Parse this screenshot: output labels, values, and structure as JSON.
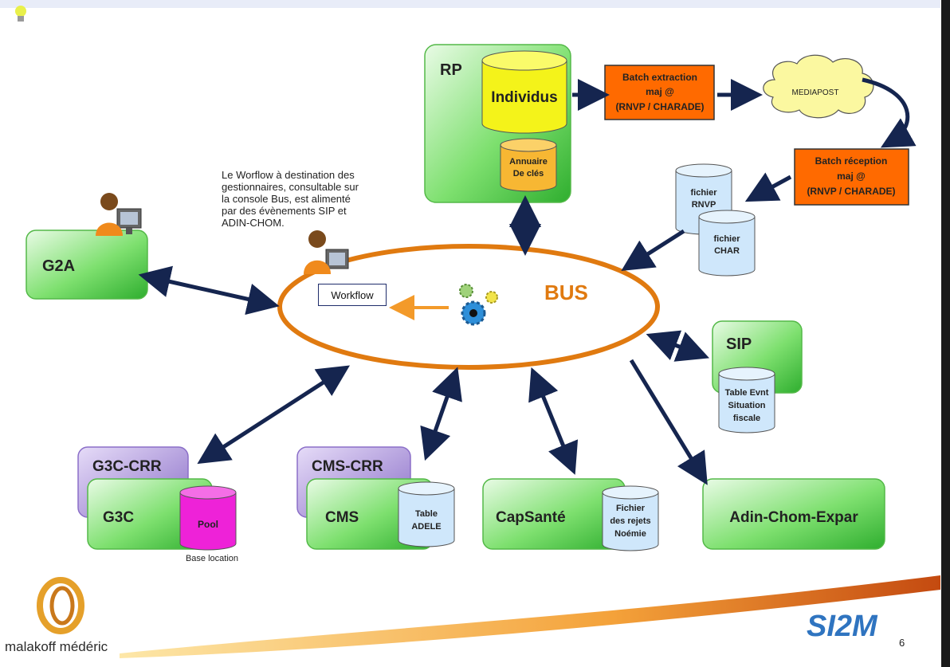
{
  "diagram": {
    "rp": {
      "title": "RP",
      "individus": "Individus",
      "annuaire": [
        "Annuaire",
        "De clés"
      ]
    },
    "batch_extraction": [
      "Batch extraction",
      "maj @",
      "(RNVP / CHARADE)"
    ],
    "mediapost": "MEDIAPOST",
    "batch_reception": [
      "Batch réception",
      "maj @",
      "(RNVP / CHARADE)"
    ],
    "fichier_rnvp": [
      "fichier",
      "RNVP"
    ],
    "fichier_char": [
      "fichier",
      "CHAR"
    ],
    "note": [
      "Le Worflow à destination des",
      "gestionnaires, consultable sur",
      "la console Bus, est alimenté",
      "par des évènements SIP et",
      "ADIN-CHOM."
    ],
    "workflow": "Workflow",
    "bus": "BUS",
    "g2a": "G2A",
    "sip": {
      "title": "SIP",
      "table": [
        "Table Evnt",
        "Situation",
        "fiscale"
      ]
    },
    "g3c_crr": "G3C-CRR",
    "g3c": "G3C",
    "pool": "Pool",
    "base_location": "Base location",
    "cms_crr": "CMS-CRR",
    "cms": "CMS",
    "table_adele": [
      "Table",
      "ADELE"
    ],
    "capsante": "CapSanté",
    "fichier_rejets": [
      "Fichier",
      "des rejets",
      "Noémie"
    ],
    "adin": "Adin-Chom-Expar"
  },
  "footer": {
    "brand": "malakoff médéric",
    "logo_text": "SI2M",
    "page_number": "6"
  },
  "colors": {
    "green_box": "#4fc74a",
    "orange_batch": "#ff6a00",
    "bus_orange": "#e07a10",
    "arrow_navy": "#15254f",
    "purple_box": "#8b6fc8",
    "cylinder_yellow": "#f4f31a",
    "cylinder_blue": "#cfe7fb",
    "cylinder_magenta": "#ee22d8"
  }
}
